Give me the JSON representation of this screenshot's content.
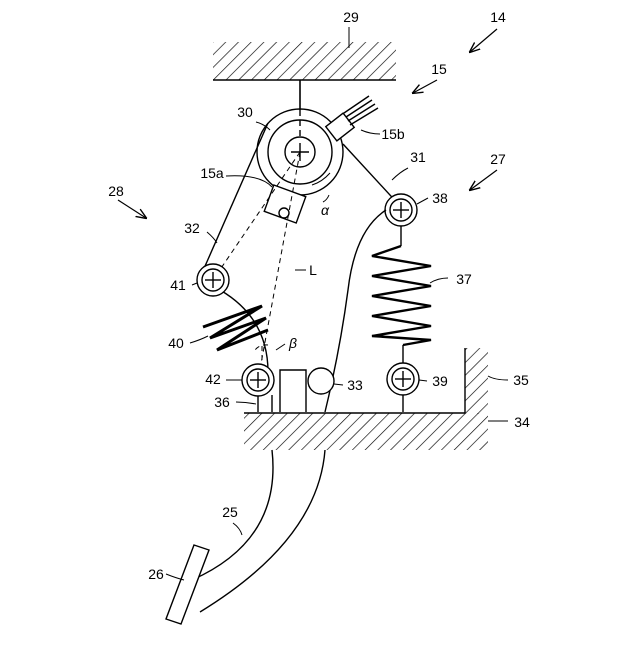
{
  "labels": {
    "n29": "29",
    "n14": "14",
    "n15": "15",
    "n30": "30",
    "n15b": "15b",
    "n15a": "15a",
    "n31": "31",
    "n27": "27",
    "n28": "28",
    "alpha": "α",
    "n38": "38",
    "n32": "32",
    "L": "L",
    "n37": "37",
    "n41": "41",
    "n40": "40",
    "beta": "β",
    "n42": "42",
    "n33": "33",
    "n39": "39",
    "n35": "35",
    "n36": "36",
    "n34": "34",
    "n25": "25",
    "n26": "26"
  }
}
